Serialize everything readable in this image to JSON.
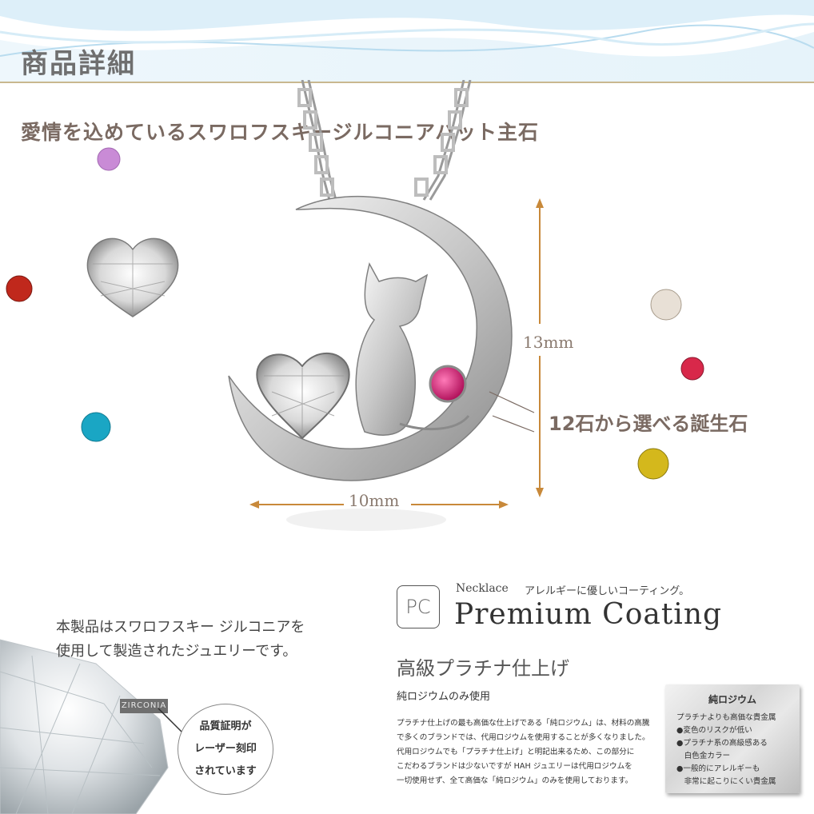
{
  "header": {
    "title": "商品詳細"
  },
  "headline": "愛情を込めているスワロフスキージルコニアハット主石",
  "dimensions": {
    "height": "13mm",
    "width": "10mm"
  },
  "birthstone_label": "12石から選べる誕生石",
  "zircon": {
    "line1": "本製品はスワロフスキー ジルコニアを",
    "line2": "使用して製造されたジュエリーです。",
    "tag": "ZIRCONIA"
  },
  "stamp": {
    "line1": "品質証明が",
    "line2": "レーザー刻印",
    "line3": "されています"
  },
  "coating": {
    "logo": "PC",
    "necklace": "Necklace",
    "allergy": "アレルギーに優しいコーティング。",
    "title": "Premium Coating",
    "platinum": "高級プラチナ仕上げ",
    "rhodium_only": "純ロジウムのみ使用",
    "body": [
      "プラチナ仕上げの最も高価な仕上げである「純ロジウム」は、材料の高騰",
      "で多くのブランドでは、代用ロジウムを使用することが多くなりました。",
      "代用ロジウムでも「プラチナ仕上げ」と明記出来るため、この部分に",
      "こだわるブランドは少ないですが HAH ジュエリーは代用ロジウムを",
      "一切使用せず、全て高価な「純ロジウム」のみを使用しております。"
    ]
  },
  "plate": {
    "title": "純ロジウム",
    "items": [
      "プラチナよりも高価な貴金属",
      "●変色のリスクが低い",
      "●プラチナ系の高級感ある",
      "　白色金カラー",
      "●一般的にアレルギーも",
      "　非常に起こりにくい貴金属"
    ]
  },
  "colors": {
    "dimension_arrow": "#c8893a",
    "header_rule": "#c9b88f",
    "pink_stone": "#e0186e",
    "birthstones": [
      "#c98bd6",
      "#c0281c",
      "#1aa6c4",
      "#e8e0d6",
      "#d8284a",
      "#d4b81c"
    ]
  }
}
